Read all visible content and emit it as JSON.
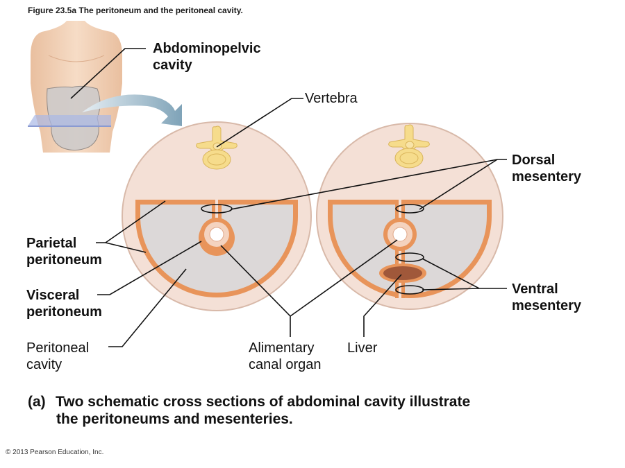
{
  "figure_title": "Figure 23.5a  The peritoneum and the peritoneal cavity.",
  "labels": {
    "abdominopelvic_cavity": [
      "Abdominopelvic",
      "cavity"
    ],
    "vertebra": "Vertebra",
    "dorsal_mesentery": [
      "Dorsal",
      "mesentery"
    ],
    "parietal_peritoneum": [
      "Parietal",
      "peritoneum"
    ],
    "visceral_peritoneum": [
      "Visceral",
      "peritoneum"
    ],
    "peritoneal_cavity": [
      "Peritoneal",
      "cavity"
    ],
    "ventral_mesentery": [
      "Ventral",
      "mesentery"
    ],
    "alimentary_canal_organ": [
      "Alimentary",
      "canal organ"
    ],
    "liver": "Liver"
  },
  "caption": {
    "letter": "(a)",
    "line1": "Two schematic cross sections of abdominal cavity illustrate",
    "line2": "the peritoneums and mesenteries."
  },
  "copyright": "© 2013 Pearson Education, Inc.",
  "colors": {
    "body_wall": "#f4dfd3",
    "body_wall_edge": "#d9b8a8",
    "peritoneum": "#e8945a",
    "cavity": "#dcd8d8",
    "vertebra": "#f6dc8c",
    "vertebra_edge": "#d9b45a",
    "liver": "#a0583a",
    "arrow": "#8fb0c4",
    "skin": "#f0cdb2"
  }
}
